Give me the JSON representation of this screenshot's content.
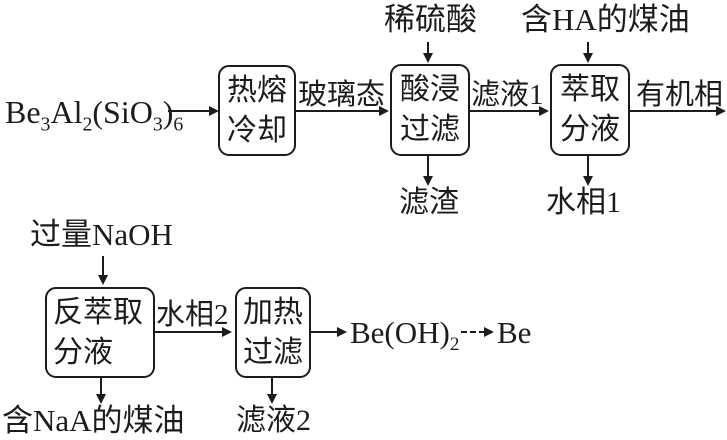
{
  "colors": {
    "ink": "#1c1c1c",
    "paper": "#ffffff"
  },
  "source": {
    "formula_parts": [
      "Be",
      "3",
      "Al",
      "2",
      "(SiO",
      "3",
      ")",
      "6"
    ]
  },
  "boxes": {
    "melt": {
      "line1": "热熔",
      "line2": "冷却"
    },
    "acid": {
      "line1": "酸浸",
      "line2": "过滤"
    },
    "extract": {
      "line1": "萃取",
      "line2": "分液"
    },
    "back_extract": {
      "line1": "反萃取",
      "line2": "分液"
    },
    "heat": {
      "line1": "加热",
      "line2": "过滤"
    }
  },
  "labels": {
    "dilute_sulfuric_acid": "稀硫酸",
    "kerosene_with_ha": "含HA的煤油",
    "glassy_state": "玻璃态",
    "filtrate_1": "滤液1",
    "organic_phase": "有机相",
    "filter_residue": "滤渣",
    "aqueous_phase_1": "水相1",
    "excess_naoh": "过量NaOH",
    "aqueous_phase_2": "水相2",
    "kerosene_with_naa": "含NaA的煤油",
    "filtrate_2": "滤液2"
  },
  "products": {
    "beryllium_hydroxide_parts": [
      "Be(OH)",
      "2"
    ],
    "beryllium": "Be"
  }
}
